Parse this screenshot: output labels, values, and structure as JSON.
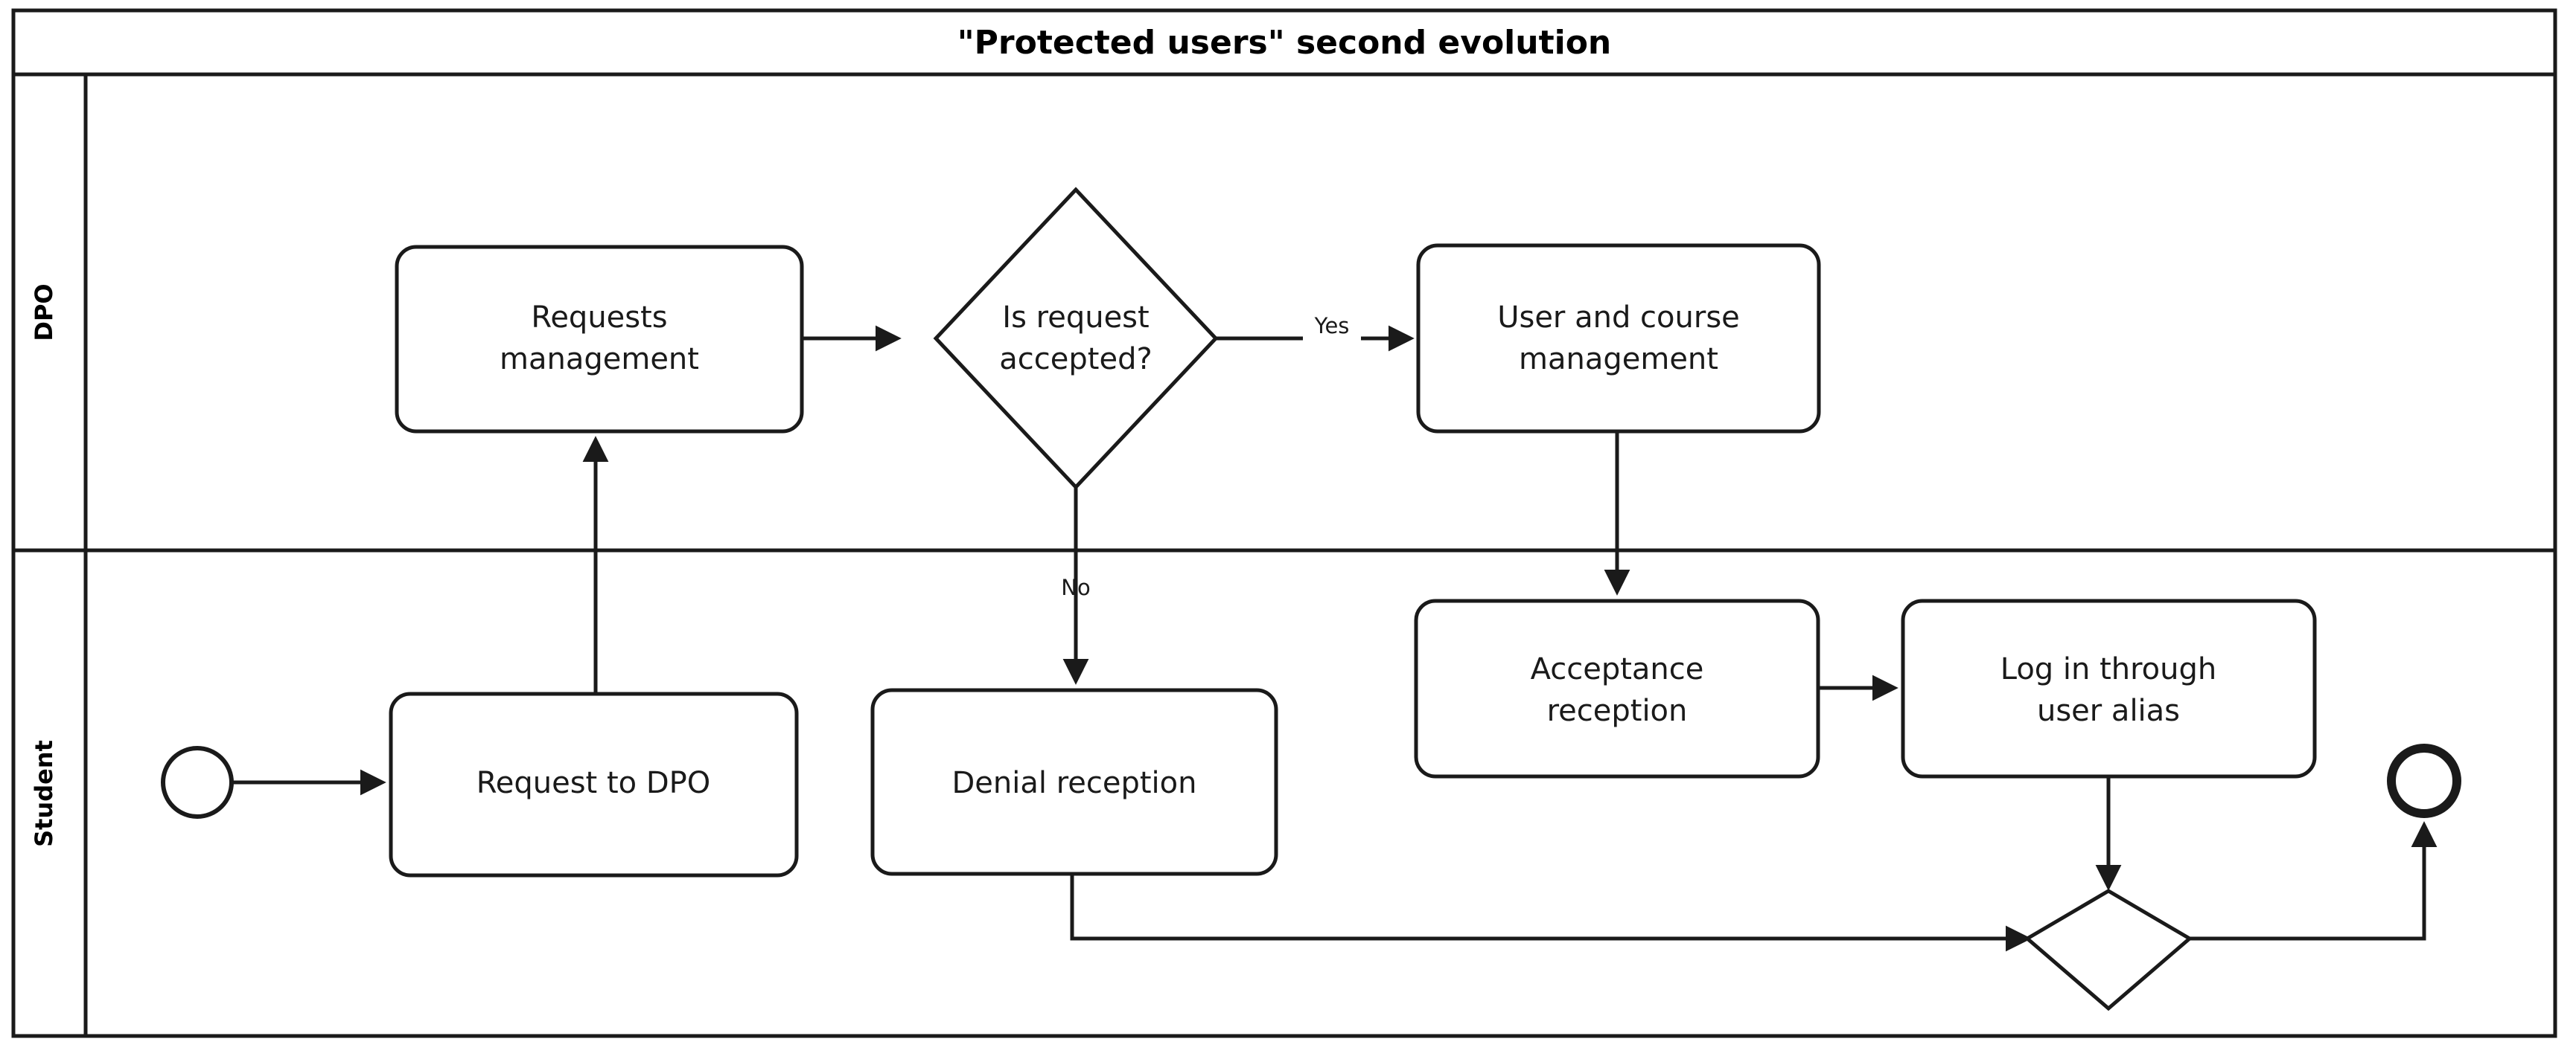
{
  "diagram": {
    "type": "bpmn-swimlane-flowchart",
    "title": "\"Protected users\" second evolution",
    "lanes": [
      {
        "id": "dpo",
        "label": "DPO"
      },
      {
        "id": "student",
        "label": "Student"
      }
    ],
    "nodes": [
      {
        "id": "start",
        "lane": "student",
        "shape": "start-event",
        "label": ""
      },
      {
        "id": "n1",
        "lane": "student",
        "shape": "task",
        "label": "Request to DPO"
      },
      {
        "id": "n2",
        "lane": "dpo",
        "shape": "task",
        "label_line1": "Requests",
        "label_line2": "management"
      },
      {
        "id": "g1",
        "lane": "dpo",
        "shape": "gateway",
        "label_line1": "Is request",
        "label_line2": "accepted?"
      },
      {
        "id": "n3",
        "lane": "dpo",
        "shape": "task",
        "label_line1": "User and course",
        "label_line2": "management"
      },
      {
        "id": "n4",
        "lane": "student",
        "shape": "task",
        "label": "Denial reception"
      },
      {
        "id": "n5",
        "lane": "student",
        "shape": "task",
        "label_line1": "Acceptance",
        "label_line2": "reception"
      },
      {
        "id": "n6",
        "lane": "student",
        "shape": "task",
        "label_line1": "Log in through",
        "label_line2": "user alias"
      },
      {
        "id": "g2",
        "lane": "student",
        "shape": "gateway",
        "label": ""
      },
      {
        "id": "end",
        "lane": "student",
        "shape": "end-event",
        "label": ""
      }
    ],
    "edges": [
      {
        "from": "start",
        "to": "n1",
        "label": ""
      },
      {
        "from": "n1",
        "to": "n2",
        "label": ""
      },
      {
        "from": "n2",
        "to": "g1",
        "label": ""
      },
      {
        "from": "g1",
        "to": "n3",
        "label": "Yes"
      },
      {
        "from": "g1",
        "to": "n4",
        "label": "No"
      },
      {
        "from": "n3",
        "to": "n5",
        "label": ""
      },
      {
        "from": "n5",
        "to": "n6",
        "label": ""
      },
      {
        "from": "n6",
        "to": "g2",
        "label": ""
      },
      {
        "from": "n4",
        "to": "g2",
        "label": ""
      },
      {
        "from": "g2",
        "to": "end",
        "label": ""
      }
    ],
    "edge_labels": {
      "yes": "Yes",
      "no": "No"
    },
    "colors": {
      "stroke": "#1a1a1a",
      "fill": "#ffffff",
      "text": "#1a1a1a",
      "background": "#ffffff"
    }
  }
}
